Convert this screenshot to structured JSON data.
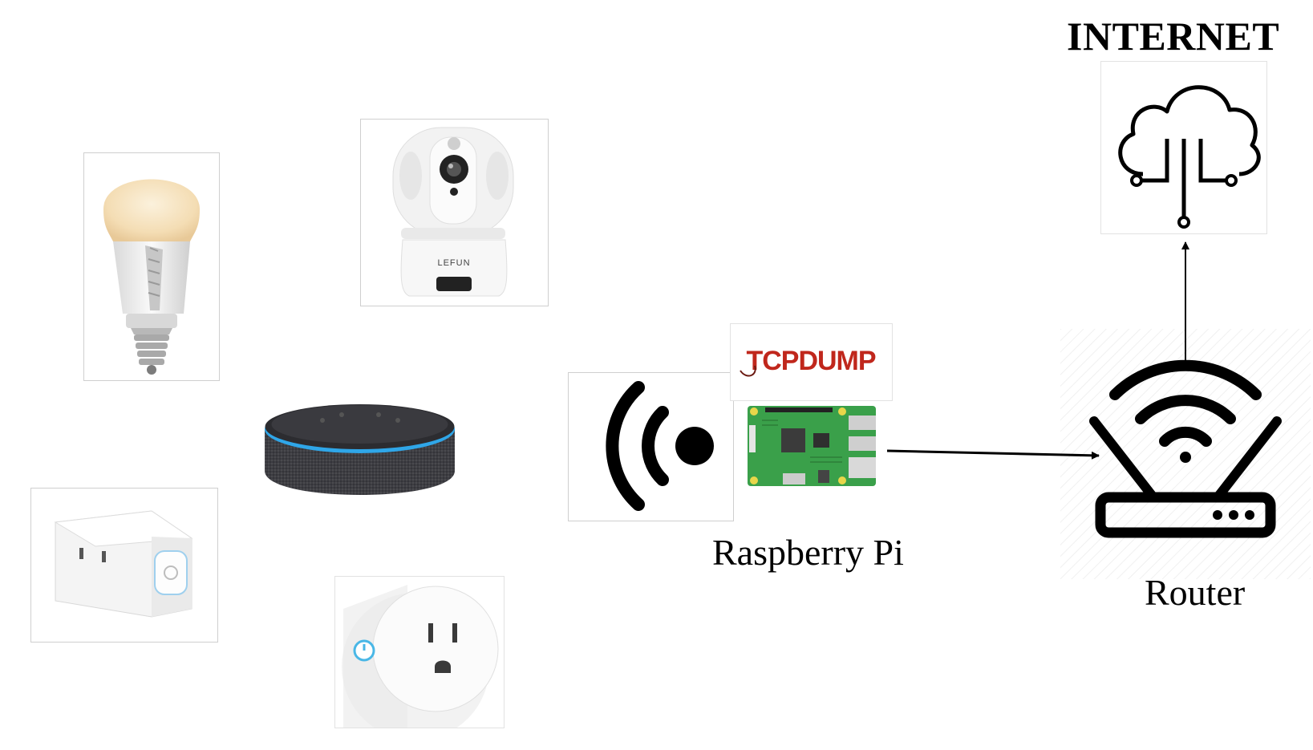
{
  "diagram": {
    "title": "INTERNET",
    "nodes": {
      "bulb": {
        "label": ""
      },
      "camera": {
        "label": "",
        "brand": "LEFUN"
      },
      "speaker": {
        "label": ""
      },
      "plug_rect": {
        "label": ""
      },
      "plug_round": {
        "label": ""
      },
      "wireless": {
        "label": ""
      },
      "tcpdump": {
        "logo_text": "TCPDUMP"
      },
      "raspberry_pi": {
        "label": "Raspberry Pi"
      },
      "router": {
        "label": "Router"
      },
      "cloud": {
        "label": "INTERNET"
      }
    },
    "edges": [
      {
        "from": "raspberry_pi",
        "to": "router"
      },
      {
        "from": "router",
        "to": "cloud"
      }
    ],
    "colors": {
      "tcpdump_red": "#c0271c",
      "pi_board_green": "#3aa04a",
      "echo_ring_blue": "#2fa6e8",
      "bulb_warm": "#f6e3bf",
      "plug_button_blue": "#49b7e6"
    },
    "icons": {
      "wireless": "wireless-signal-icon",
      "cloud": "cloud-network-icon",
      "router": "wifi-router-icon"
    }
  }
}
